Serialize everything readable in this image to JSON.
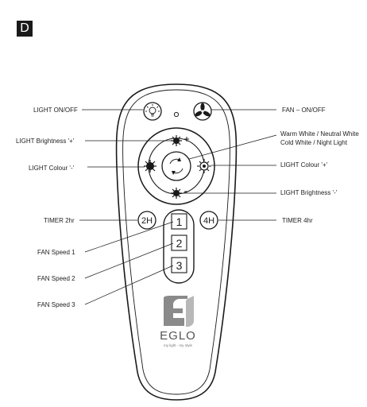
{
  "section_badge": "D",
  "labels": {
    "light_on_off": "LIGHT ON/OFF",
    "light_brightness_plus": "LIGHT Brightness '+'",
    "light_colour_minus": "LIGHT Colour '-'",
    "timer_2hr": "TIMER 2hr",
    "fan_speed_1": "FAN Speed 1",
    "fan_speed_2": "FAN Speed 2",
    "fan_speed_3": "FAN Speed 3",
    "fan_on_off": "FAN – ON/OFF",
    "colour_modes_line1": "Warm White / Neutral White",
    "colour_modes_line2": "Cold White / Night Light",
    "light_colour_plus": "LIGHT Colour '+'",
    "light_brightness_minus": "LIGHT Brightness '-'",
    "timer_4hr": "TIMER 4hr"
  },
  "remote": {
    "timer_2h_label": "2H",
    "timer_4h_label": "4H",
    "speed_buttons": [
      "1",
      "2",
      "3"
    ],
    "brand": "EGLO",
    "tagline": "my light - my style"
  },
  "icons": {
    "light": "light-bulb-icon",
    "fan": "fan-icon",
    "brightness_plus": "sun-plus-icon",
    "brightness_minus": "sun-minus-icon",
    "colour_minus": "colour-minus-icon",
    "colour_plus": "colour-plus-icon",
    "colour_cycle": "cycle-icon"
  }
}
